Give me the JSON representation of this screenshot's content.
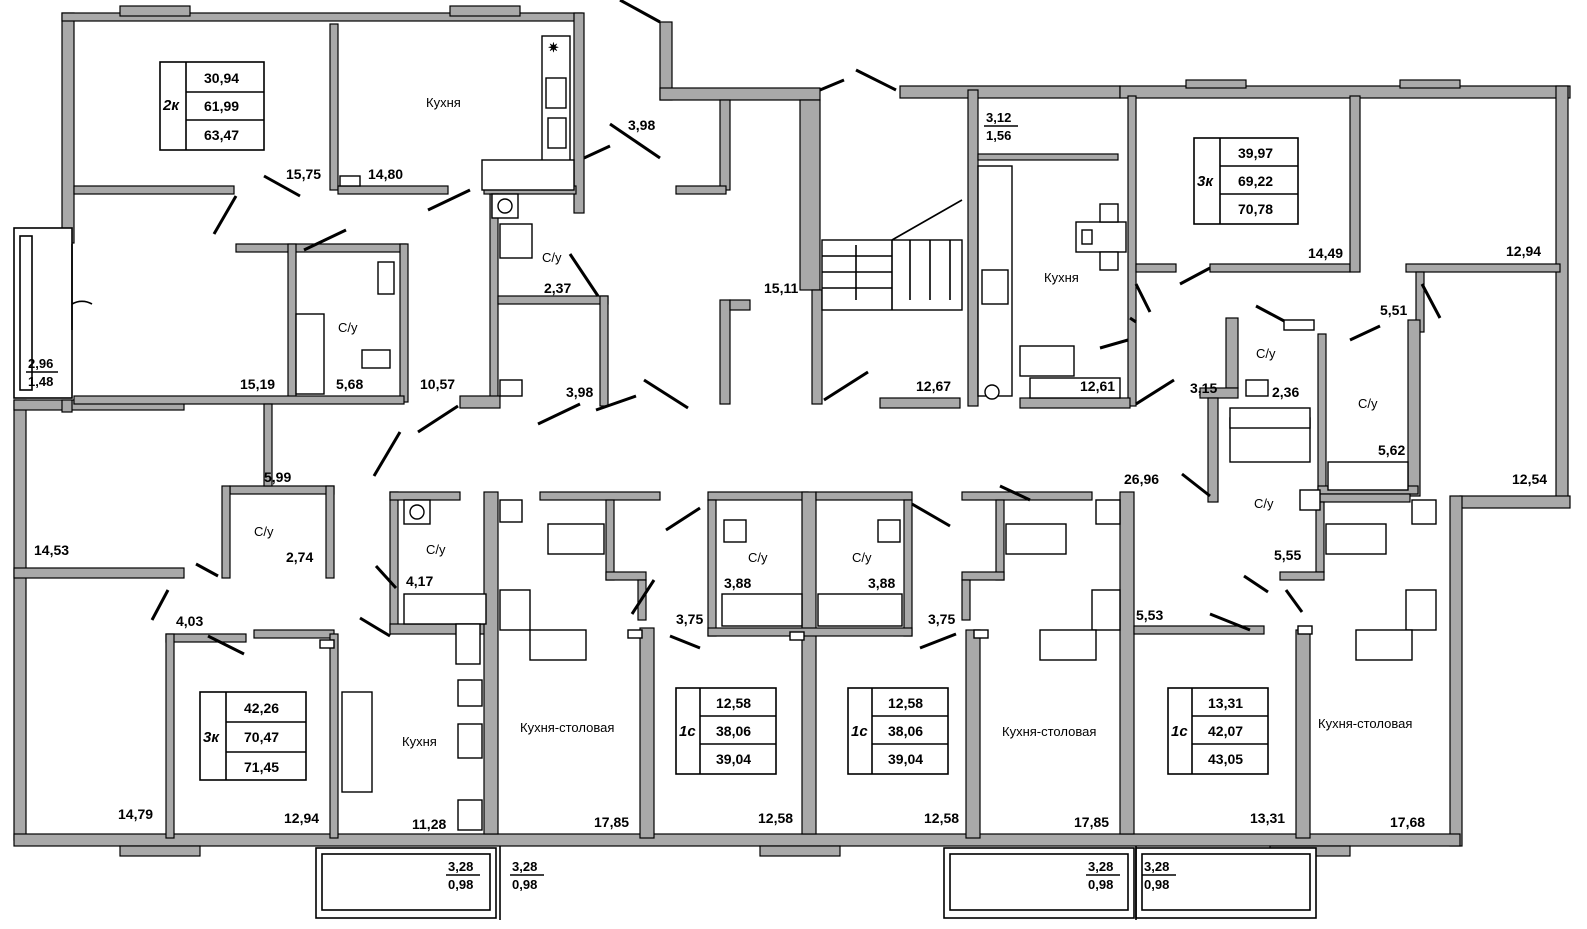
{
  "apartments": [
    {
      "type": "2к",
      "values": [
        "30,94",
        "61,99",
        "63,47"
      ]
    },
    {
      "type": "3к",
      "values": [
        "39,97",
        "69,22",
        "70,78"
      ]
    },
    {
      "type": "3к",
      "values": [
        "42,26",
        "70,47",
        "71,45"
      ]
    },
    {
      "type": "1с",
      "values": [
        "12,58",
        "38,06",
        "39,04"
      ]
    },
    {
      "type": "1с",
      "values": [
        "12,58",
        "38,06",
        "39,04"
      ]
    },
    {
      "type": "1с",
      "values": [
        "13,31",
        "42,07",
        "43,05"
      ]
    }
  ],
  "room_labels": {
    "kitchen": "Кухня",
    "bathroom": "С/у",
    "kitchen_dining": "Кухня-столовая"
  },
  "areas": [
    "15,75",
    "14,80",
    "3,98",
    "15,19",
    "5,68",
    "10,57",
    "2,37",
    "3,98",
    "15,11",
    "12,67",
    "12,61",
    "14,49",
    "12,94",
    "5,51",
    "3,15",
    "2,36",
    "5,62",
    "12,54",
    "26,96",
    "5,55",
    "5,53",
    "5,99",
    "2,74",
    "14,53",
    "4,03",
    "4,17",
    "3,88",
    "3,88",
    "3,75",
    "3,75",
    "14,79",
    "12,94",
    "11,28",
    "17,85",
    "12,58",
    "12,58",
    "17,85",
    "13,31",
    "17,68"
  ],
  "balconies": [
    {
      "top": "2,96",
      "bottom": "1,48"
    },
    {
      "top": "3,12",
      "bottom": "1,56"
    },
    {
      "top": "3,28",
      "bottom": "0,98"
    },
    {
      "top": "3,28",
      "bottom": "0,98"
    },
    {
      "top": "3,28",
      "bottom": "0,98"
    },
    {
      "top": "3,28",
      "bottom": "0,98"
    }
  ]
}
